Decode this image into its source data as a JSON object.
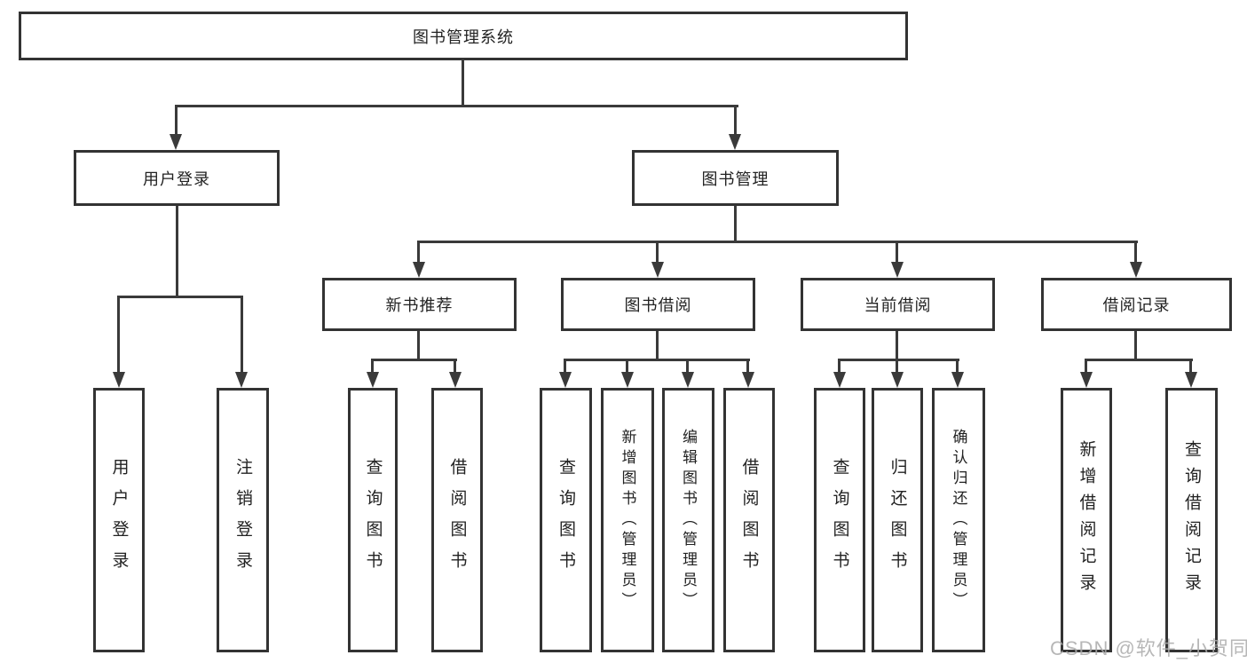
{
  "diagram_type": "hierarchy-tree",
  "tree": {
    "root": "图书管理系统",
    "branches": [
      {
        "label": "用户登录",
        "children": [
          "用户登录",
          "注销登录"
        ]
      },
      {
        "label": "图书管理",
        "groups": [
          {
            "label": "新书推荐",
            "children": [
              "查询图书",
              "借阅图书"
            ]
          },
          {
            "label": "图书借阅",
            "children": [
              "查询图书",
              "新增图书（管理员）",
              "编辑图书（管理员）",
              "借阅图书"
            ]
          },
          {
            "label": "当前借阅",
            "children": [
              "查询图书",
              "归还图书",
              "确认归还（管理员）"
            ]
          },
          {
            "label": "借阅记录",
            "children": [
              "新增借阅记录",
              "查询借阅记录"
            ]
          }
        ]
      }
    ]
  },
  "watermark": "CSDN @软件_小贺同学",
  "colors": {
    "background": "#ffffff",
    "line": "#3a3a3a",
    "box_border": "#333333",
    "text": "#222222",
    "watermark": "#ababab"
  }
}
